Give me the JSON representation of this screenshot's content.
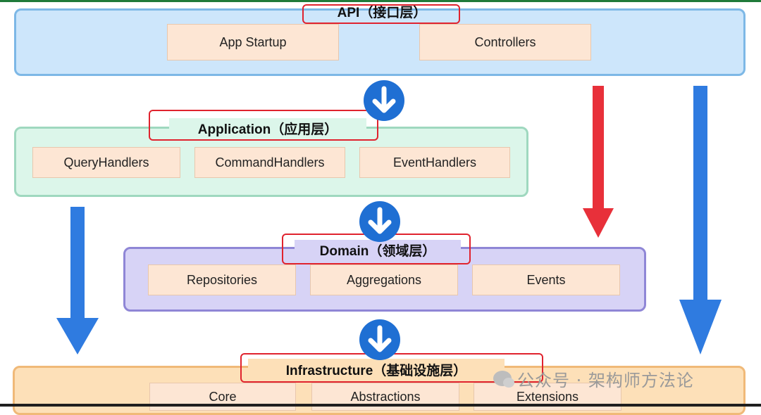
{
  "layers": {
    "api": {
      "title": "API（接口层）",
      "items": [
        "App Startup",
        "Controllers"
      ]
    },
    "application": {
      "title": "Application（应用层）",
      "items": [
        "QueryHandlers",
        "CommandHandlers",
        "EventHandlers"
      ]
    },
    "domain": {
      "title": "Domain（领域层）",
      "items": [
        "Repositories",
        "Aggregations",
        "Events"
      ]
    },
    "infrastructure": {
      "title": "Infrastructure（基础设施层）",
      "items": [
        "Core",
        "Abstractions",
        "Extensions"
      ]
    }
  },
  "watermark": {
    "text": "公众号 · 架构师方法论"
  },
  "colors": {
    "api_fill": "#cde6fb",
    "application_fill": "#dcf6ea",
    "domain_fill": "#d7d3f6",
    "infrastructure_fill": "#fde0b8",
    "item_fill": "#fde6d4",
    "highlight_red": "#e0232e",
    "arrow_blue": "#2f7be0",
    "arrow_red": "#e8303a"
  },
  "icons": [
    "down-arrow-circle-icon",
    "down-arrow-icon",
    "wechat-icon"
  ]
}
